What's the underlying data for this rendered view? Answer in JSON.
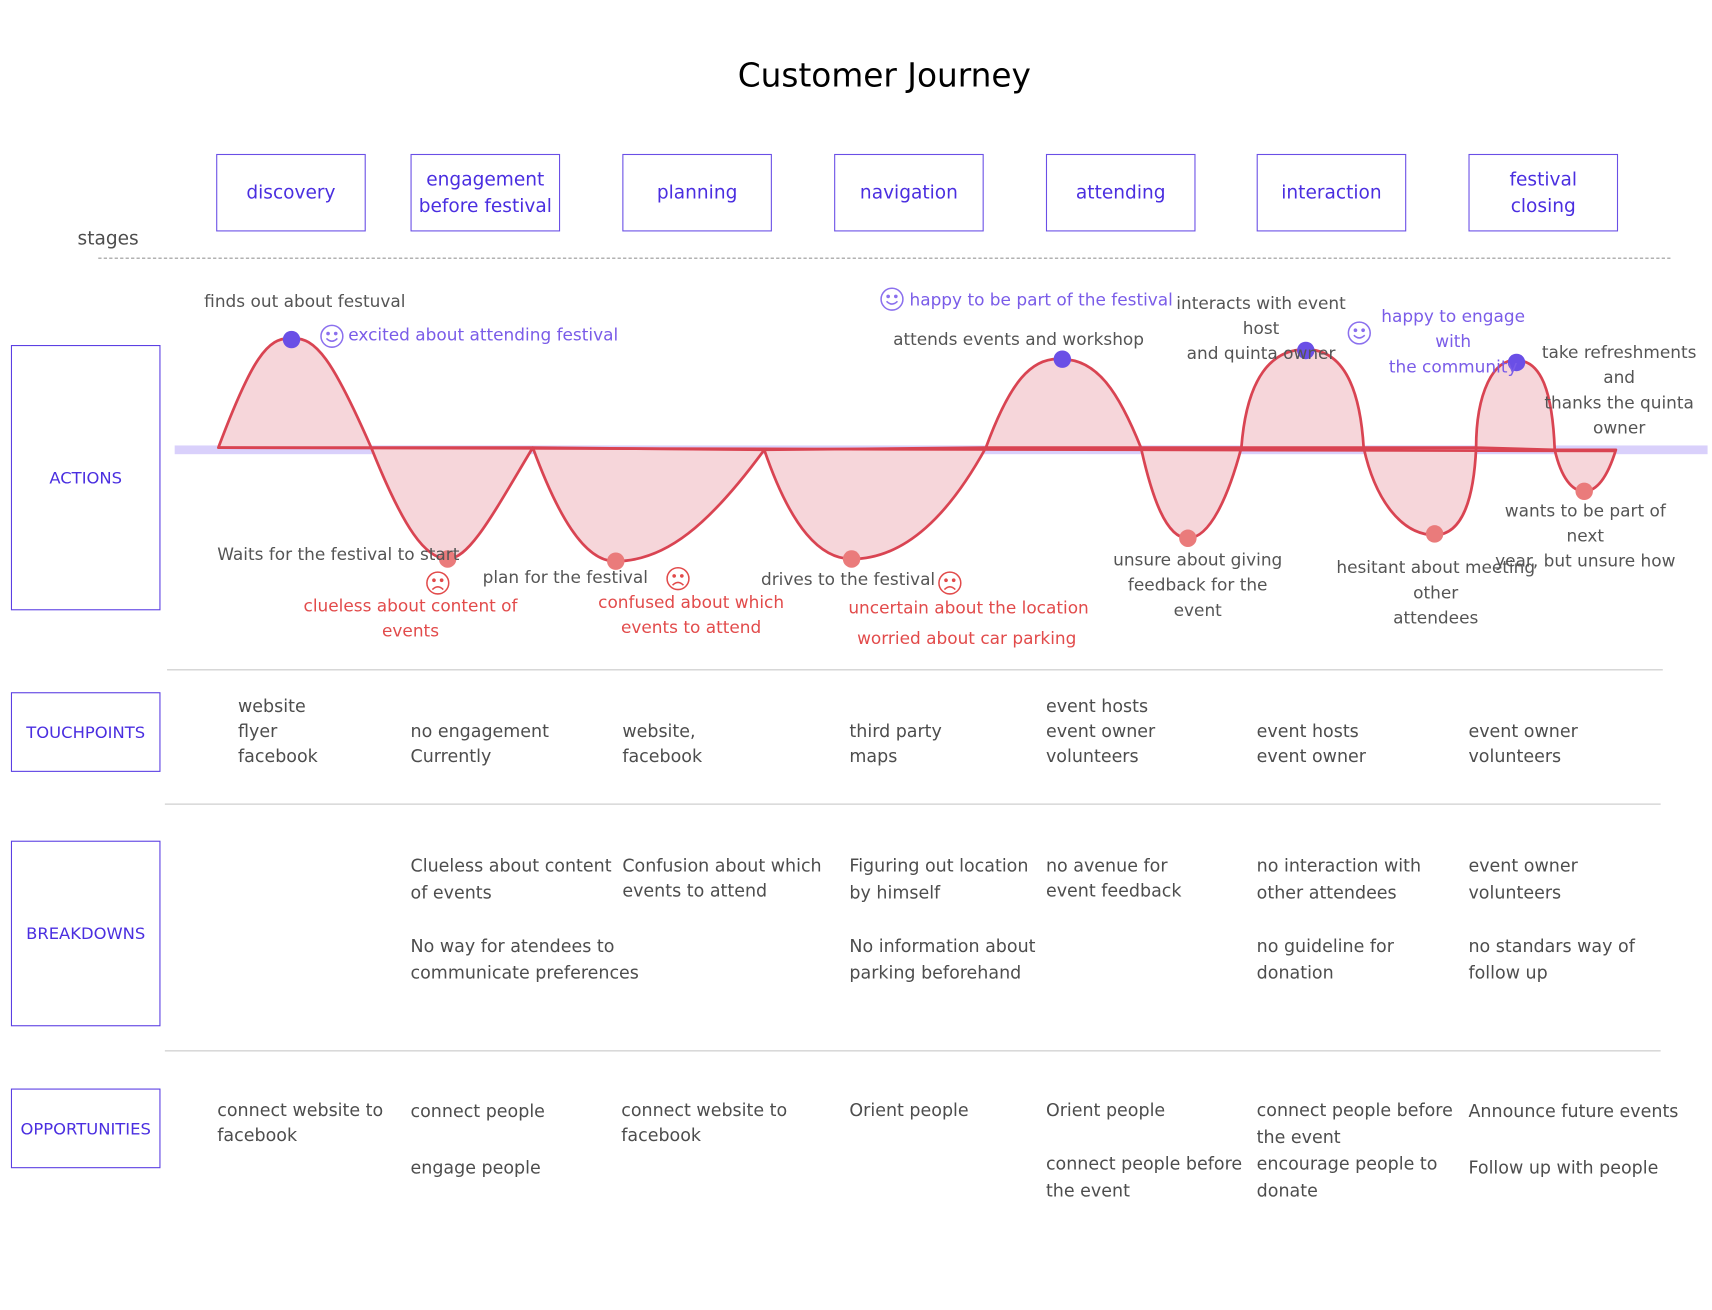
{
  "title": "Customer Journey",
  "stages_label": "stages",
  "stages": [
    "discovery",
    "engagement\nbefore festival",
    "planning",
    "navigation",
    "attending",
    "interaction",
    "festival\nclosing"
  ],
  "rows": {
    "actions": "ACTIONS",
    "touchpoints": "TOUCHPOINTS",
    "breakdowns": "BREAKDOWNS",
    "opportunities": "OPPORTUNITIES"
  },
  "actions": {
    "finds_out": "finds out about festuval",
    "excited": "excited about attending festival",
    "waits": "Waits for the festival to start",
    "clueless": "clueless about content of\nevents",
    "plan": "plan for the festival",
    "confused": "confused about which\nevents to attend",
    "drives": "drives to the festival",
    "uncertain": "uncertain about the location",
    "worried": "worried about car parking",
    "happy_part": "happy to be part of the festival",
    "attends": "attends events and workshop",
    "unsure_feedback": "unsure about giving\nfeedback for the event",
    "interacts": "interacts with event host\nand quinta owner",
    "happy_engage": "happy to engage with\nthe community",
    "hesitant": "hesitant about meeting other\nattendees",
    "refreshments": "take refreshments and\nthanks the quinta\nowner",
    "next_year": "wants to be part of next\nyear, but unsure how"
  },
  "touchpoints": [
    "website\nflyer\nfacebook",
    "no engagement\nCurrently",
    "website,\nfacebook",
    "third party\nmaps",
    "event hosts\nevent owner\nvolunteers",
    "event hosts\nevent owner",
    "event owner\nvolunteers"
  ],
  "breakdowns": [
    "",
    "Clueless about content\nof events\n\nNo way for atendees to\ncommunicate preferences",
    "Confusion about which\nevents to attend",
    "Figuring out location\nby himself\n\nNo information about\nparking beforehand",
    "no avenue for\nevent feedback",
    "no interaction with\nother attendees\n\nno guideline for\ndonation",
    "event owner\nvolunteers\n\nno standars way of\nfollow up"
  ],
  "opportunities": [
    "connect website to\nfacebook",
    "connect people\n\nengage people",
    "connect website to\nfacebook",
    "Orient people",
    "Orient people\n\nconnect people before\nthe event",
    "connect people before\nthe event\nencourage people to\ndonate",
    "Announce future events\n\nFollow up with people"
  ],
  "colors": {
    "accent": "#5b3fe3",
    "positive": "#6a4fe6",
    "negative": "#e24b4b",
    "curve_fill": "#f6d6da",
    "baseline": "#d9d0fb"
  }
}
